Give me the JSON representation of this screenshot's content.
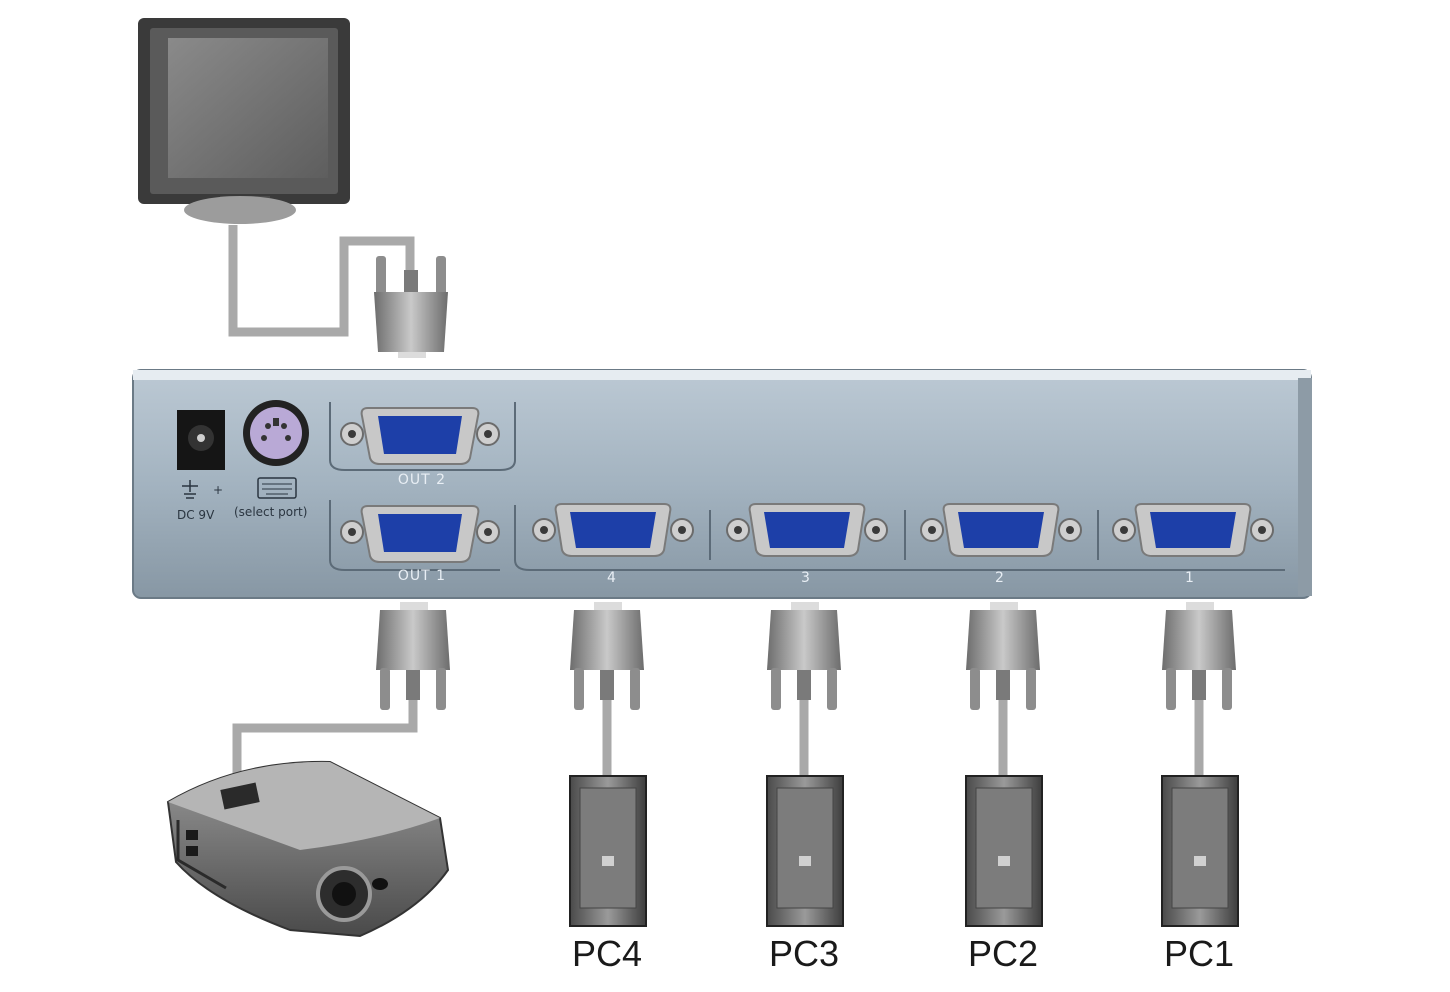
{
  "device": {
    "outputs": [
      {
        "id": "out2",
        "label": "OUT 2"
      },
      {
        "id": "out1",
        "label": "OUT 1"
      }
    ],
    "inputs": [
      {
        "id": "in4",
        "label": "4",
        "pc": "PC4"
      },
      {
        "id": "in3",
        "label": "3",
        "pc": "PC3"
      },
      {
        "id": "in2",
        "label": "2",
        "pc": "PC2"
      },
      {
        "id": "in1",
        "label": "1",
        "pc": "PC1"
      }
    ],
    "power": {
      "label_top": "+",
      "label_bottom": "DC  9V"
    },
    "select_port_label": "(select port)"
  },
  "colors": {
    "panel": "#a7b6c3",
    "panel_dark": "#6f7f8c",
    "vga_blue": "#1d3fa8",
    "cable": "#a9a9a9",
    "connector": "#8d8d8d"
  }
}
